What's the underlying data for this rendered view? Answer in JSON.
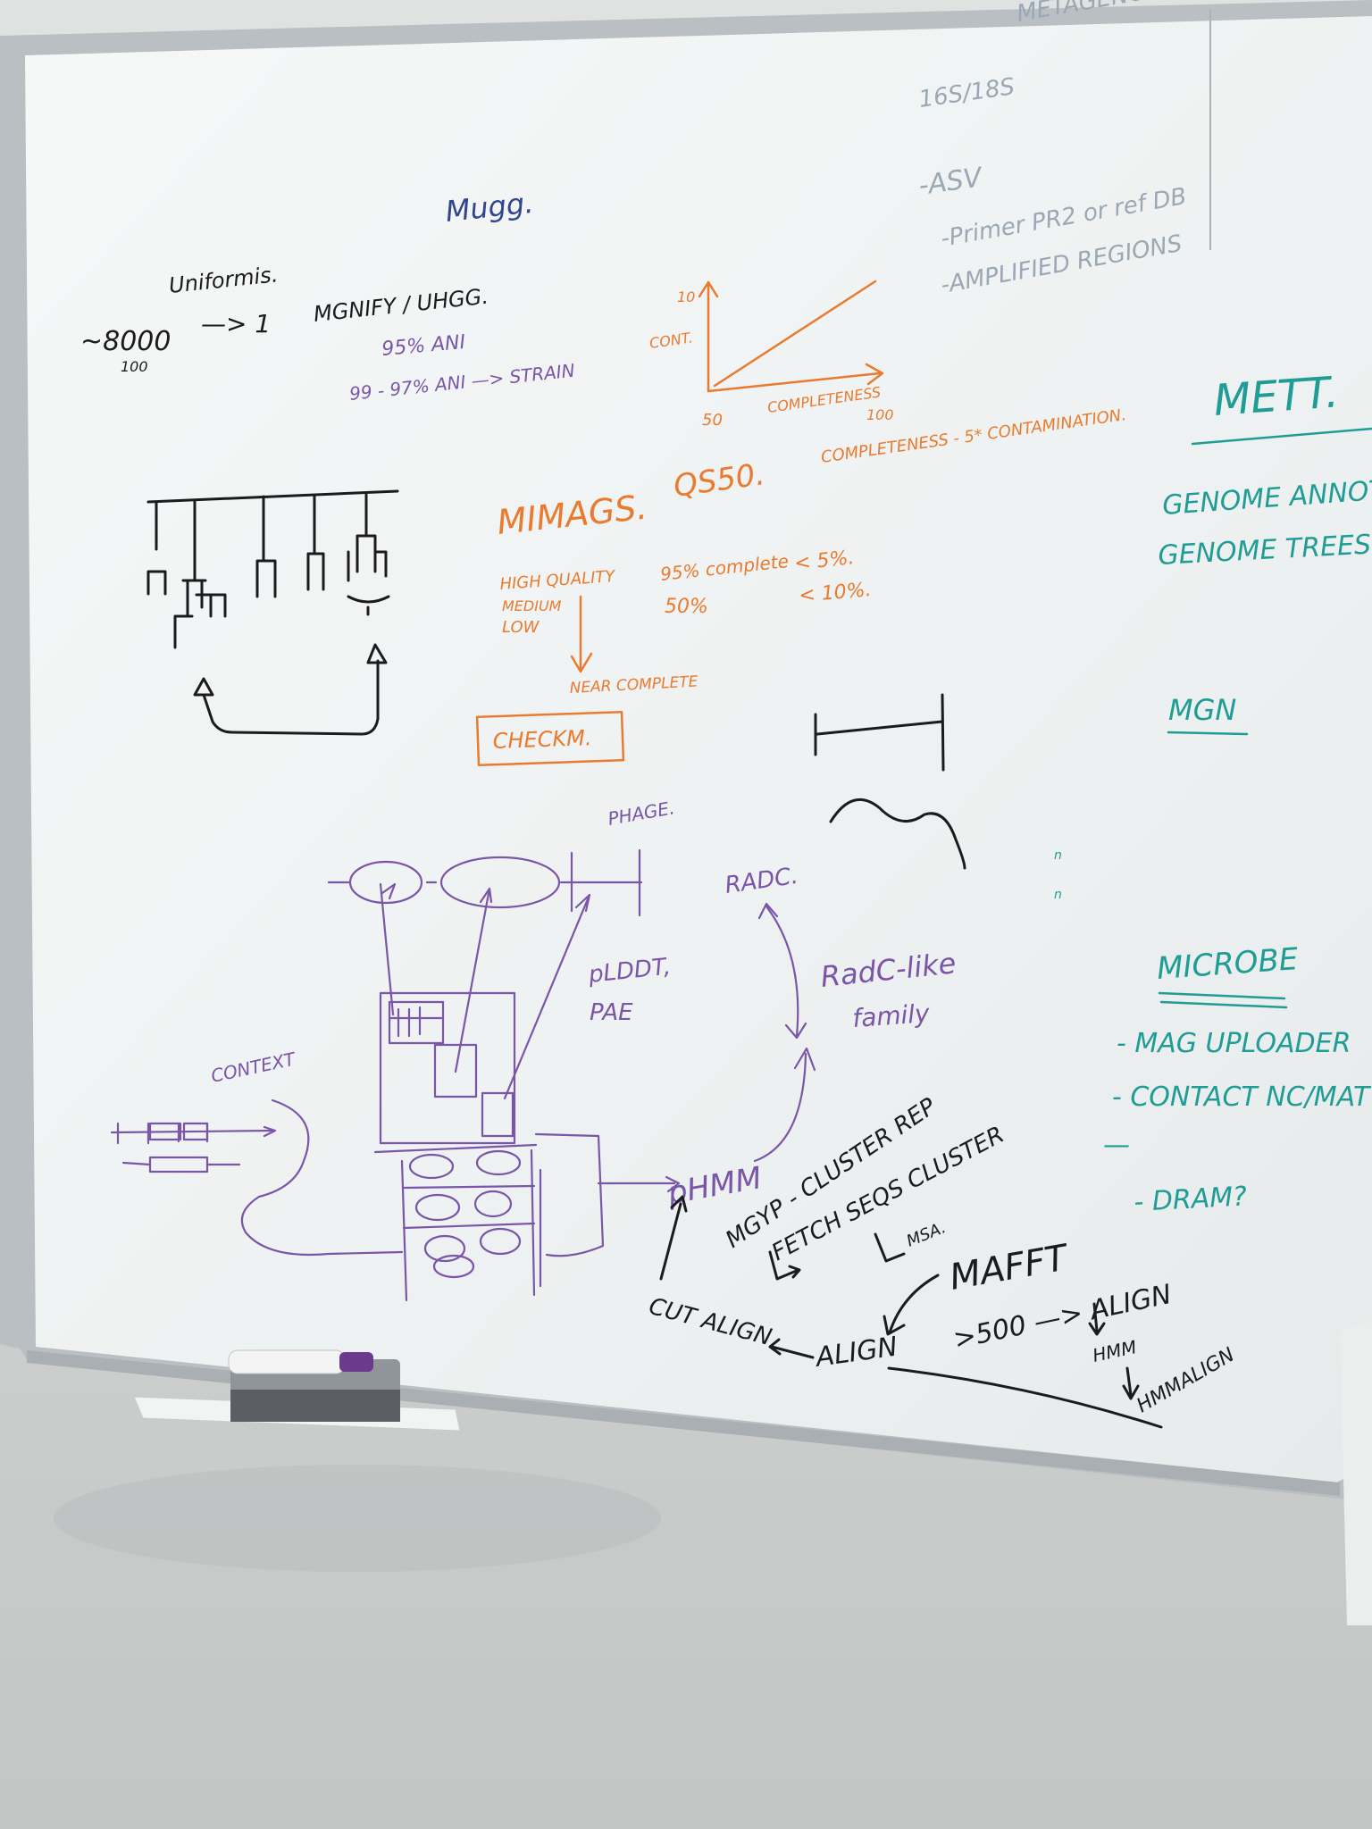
{
  "board": {
    "faint_topright": {
      "line1": "METAGENOMICS",
      "line2": "16S/18S",
      "line3": "-ASV",
      "line4": "-Primer PR2 or ref DB",
      "line5": "-AMPLIFIED REGIONS"
    },
    "mugg": "Mugg.",
    "uniformis": "Uniformis.",
    "count_8000": "~8000",
    "count_100": "100",
    "arrow_one": "—> 1",
    "mgnify": "MGNIFY / UHGG.",
    "ani_95": "95% ANI",
    "ani_99": "99 - 97% ANI —> STRAIN",
    "plot_y_top": "10",
    "plot_ylabel": "CONT.",
    "plot_x_left": "50",
    "plot_xlabel": "COMPLETENESS",
    "plot_x_right": "100",
    "qs50": "QS50.",
    "qs50_formula": "COMPLETENESS - 5* CONTAMINATION.",
    "mimags": "MIMAGS.",
    "high_quality": "HIGH QUALITY",
    "medium": "MEDIUM",
    "low": "LOW",
    "hq_complete": "95% complete",
    "hq_cont": "< 5%.",
    "med_complete": "50%",
    "med_cont": "< 10%.",
    "near_complete": "NEAR COMPLETE",
    "checkm": "CHECKM.",
    "phage": "PHAGE.",
    "radc": "RADC.",
    "plddt": "pLDDT,",
    "pae": "PAE",
    "radc_like": "RadC-like",
    "family": "family",
    "context": "CONTEXT",
    "phmm": "pHMM",
    "mgyp": "MGYP - CLUSTER REP",
    "fetch": "FETCH SEQS CLUSTER",
    "msa": "MSA.",
    "mafft": "MAFFT",
    "cut_align": "CUT ALIGN",
    "align": "ALIGN",
    "gt500": ">500 —> ALIGN",
    "hmm": "HMM",
    "hmmalign": "HMMALIGN",
    "mett": "METT.",
    "genome_annot": "GENOME ANNOT",
    "genome_trees": "GENOME TREES",
    "mgn": "MGN",
    "microbe": "MICROBE",
    "mag_uploader": "- MAG UPLOADER",
    "contact": "- CONTACT NC/MAT",
    "dash": "—",
    "dram": "- DRAM?"
  },
  "colors": {
    "black": "#1b1b1e",
    "orange": "#ea7a2e",
    "purple": "#7a55a8",
    "blue": "#32458f",
    "teal": "#1f9c94",
    "marker_cap": "#6b3a8c"
  }
}
